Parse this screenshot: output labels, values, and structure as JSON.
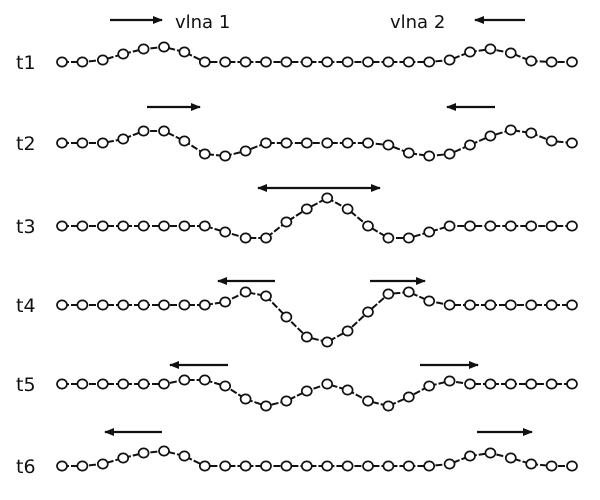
{
  "header": {
    "wave1_label": "vlna 1",
    "wave2_label": "vlna 2"
  },
  "rows": [
    {
      "label": "t1"
    },
    {
      "label": "t2"
    },
    {
      "label": "t3"
    },
    {
      "label": "t4"
    },
    {
      "label": "t5"
    },
    {
      "label": "t6"
    }
  ],
  "bead_count": 26,
  "colors": {
    "ink": "#111111",
    "background": "#ffffff"
  }
}
